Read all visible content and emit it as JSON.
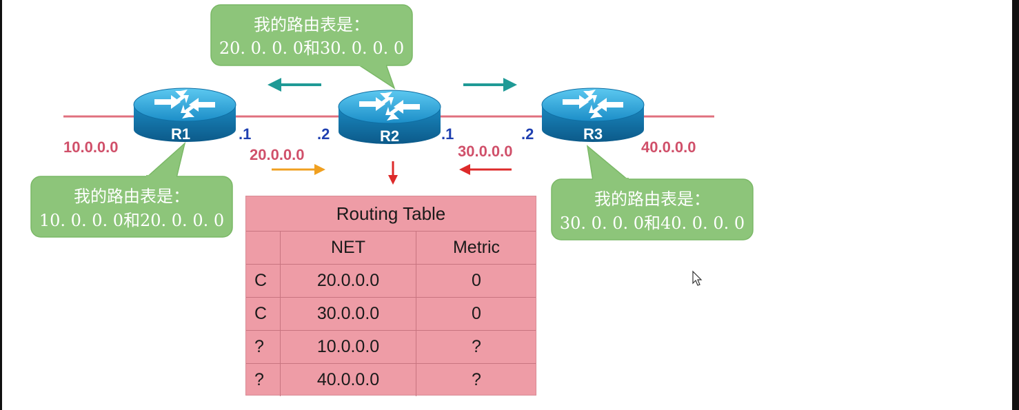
{
  "routers": [
    {
      "label": "R1"
    },
    {
      "label": "R2"
    },
    {
      "label": "R3"
    }
  ],
  "networks": {
    "net1": "10.0.0.0",
    "net2": "20.0.0.0",
    "net3": "30.0.0.0",
    "net4": "40.0.0.0"
  },
  "interfaces": {
    "r1_right": ".1",
    "r2_left": ".2",
    "r2_right": ".1",
    "r3_left": ".2"
  },
  "callouts": {
    "r1": {
      "line1": "我的路由表是：",
      "line2": "10. 0. 0. 0和20. 0. 0. 0"
    },
    "r2": {
      "line1": "我的路由表是：",
      "line2": "20. 0. 0. 0和30. 0. 0. 0"
    },
    "r3": {
      "line1": "我的路由表是：",
      "line2": "30. 0. 0. 0和40. 0. 0. 0"
    }
  },
  "colors": {
    "callout_fill": "#8dc57a",
    "link_line": "#e0707e",
    "teal_arrow": "#1f9a96",
    "orange_arrow": "#f0a020",
    "red_arrow": "#dd2a2a",
    "table_fill": "#ee9ca6"
  },
  "routing_table": {
    "title": "Routing Table",
    "headers": [
      "",
      "NET",
      "Metric"
    ],
    "rows": [
      [
        "C",
        "20.0.0.0",
        "0"
      ],
      [
        "C",
        "30.0.0.0",
        "0"
      ],
      [
        "?",
        "10.0.0.0",
        "?"
      ],
      [
        "?",
        "40.0.0.0",
        "?"
      ]
    ]
  },
  "icons": [
    "router-icon",
    "arrow-left-icon",
    "arrow-right-icon",
    "arrow-down-icon",
    "mouse-cursor-icon"
  ]
}
